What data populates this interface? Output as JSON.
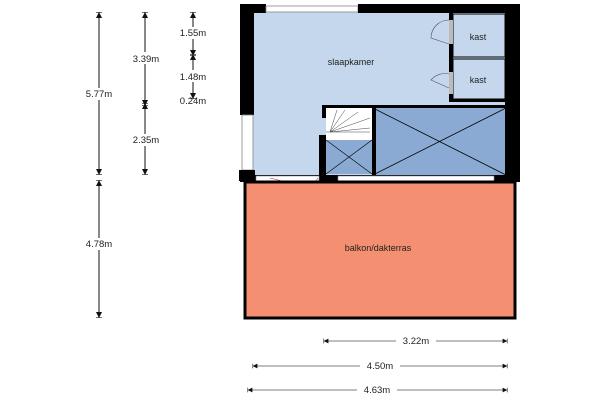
{
  "rooms": {
    "bedroom": "slaapkamer",
    "closet_1": "kast",
    "closet_2": "kast",
    "balcony": "balkon/dakterras"
  },
  "colors": {
    "bedroom": "#c5d7ec",
    "void": "#8aaad3",
    "balcony": "#f58f72",
    "wall": "#000000"
  },
  "dimensions": {
    "vertical": {
      "total_upper": "5.77m",
      "total_lower": "4.78m",
      "upper_a": "3.39m",
      "upper_b": "2.35m",
      "closet_a": "1.55m",
      "closet_b": "1.48m",
      "closet_c": "0.24m"
    },
    "horizontal": {
      "void_width": "3.22m",
      "inner_width": "4.50m",
      "outer_width": "4.63m"
    }
  }
}
